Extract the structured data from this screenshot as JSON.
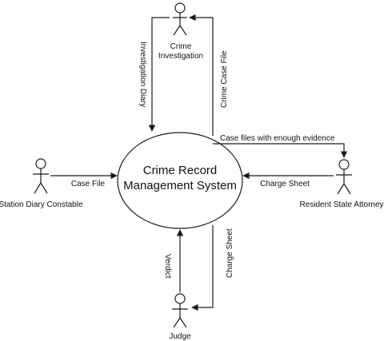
{
  "system": {
    "line1": "Crime Record",
    "line2": "Management System"
  },
  "actors": {
    "crime_investigation": {
      "line1": "Crime",
      "line2": "Investigation"
    },
    "station_diary_constable": {
      "label": "Station Diary Constable"
    },
    "resident_state_attorney": {
      "label": "Resident State Attorney"
    },
    "judge": {
      "label": "Judge"
    }
  },
  "flows": {
    "investigation_diary": "Investigation Diary",
    "crime_case_file": "Crime Case File",
    "case_files_enough_evidence": "Case files with enough evidence",
    "case_file": "Case File",
    "charge_sheet_attorney": "Charge Sheet",
    "verdict": "Verdict",
    "charge_sheet_judge": "Charge Sheet"
  },
  "colors": {
    "stroke": "#1a1a1a",
    "background": "#ffffff"
  }
}
